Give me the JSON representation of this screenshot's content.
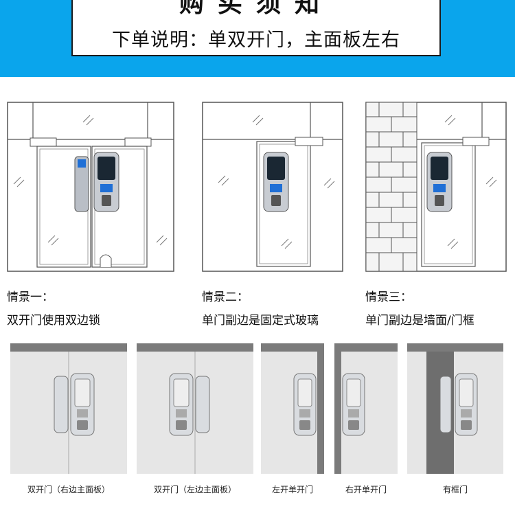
{
  "banner": {
    "title": "购买须知",
    "subtitle": "下单说明：单双开门，主面板左右",
    "background": "#0aa5ec"
  },
  "scenarios": [
    {
      "heading": "情景一：",
      "description": "双开门使用双边锁"
    },
    {
      "heading": "情景二：",
      "description": "单门副边是固定式玻璃"
    },
    {
      "heading": "情景三：",
      "description": "单门副边是墙面/门框"
    }
  ],
  "door_types": [
    {
      "label": "双开门（右边主面板）"
    },
    {
      "label": "双开门（左边主面板）"
    },
    {
      "label": "左开单开门"
    },
    {
      "label": "右开单开门"
    },
    {
      "label": "有框门"
    }
  ],
  "colors": {
    "glass": "#ffffff",
    "frame": "#666666",
    "lock_silver": "#c8ccd2",
    "lock_blue": "#1f6fd6",
    "panel_bg": "#e6e6e6",
    "panel_top": "#7b7b7b"
  }
}
